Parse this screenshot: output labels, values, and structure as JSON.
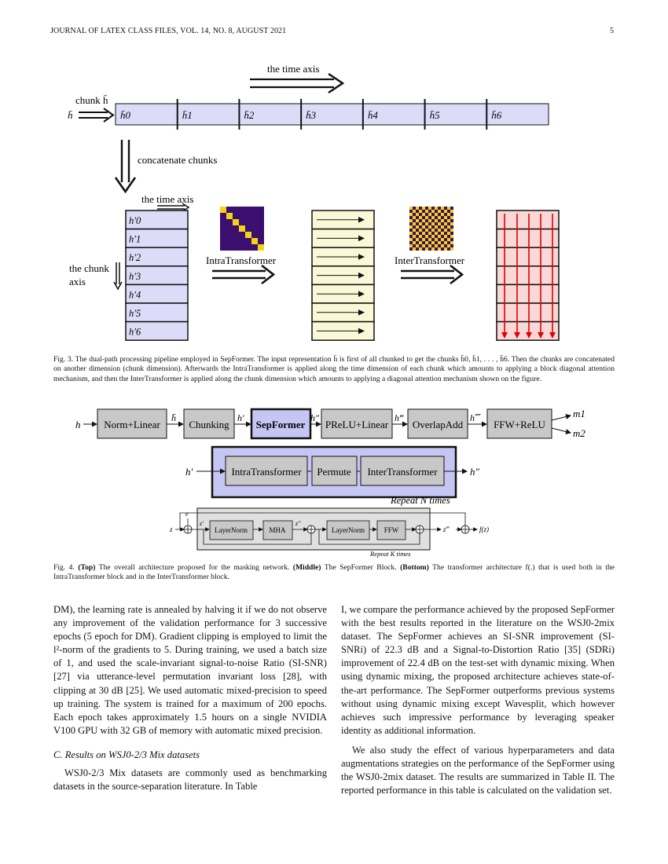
{
  "header": {
    "left": "JOURNAL OF LATEX CLASS FILES, VOL. 14, NO. 8, AUGUST 2021",
    "page_number": "5"
  },
  "fig3": {
    "time_axis_label": "the time axis",
    "chunk_label": "chunk h̄",
    "input_symbol": "h̄",
    "chunks": [
      "h̄0",
      "h̄1",
      "h̄2",
      "h̄3",
      "h̄4",
      "h̄5",
      "h̄6"
    ],
    "concat_label": "concatenate chunks",
    "time_axis_label2": "the time axis",
    "stack_labels": [
      "h′0",
      "h′1",
      "h′2",
      "h′3",
      "h′4",
      "h′5",
      "h′6"
    ],
    "chunk_axis_label_line1": "the chunk",
    "chunk_axis_label_line2": "axis",
    "intra_label": "IntraTransformer",
    "inter_label": "InterTransformer",
    "colors": {
      "chunk_fill": "#dcdcf8",
      "intra_fill": "#fbf8d8",
      "inter_fill": "#fbd8d8",
      "matrix_bg": "#3b0f6f",
      "matrix_diag": "#f5d312",
      "red_arrow": "#e00000"
    }
  },
  "fig3_caption": "Fig. 3. The dual-path processing pipeline employed in SepFormer. The input representation h̄ is first of all chunked to get the chunks h̄0, h̄1, . . . , h̄6. Then the chunks are concatenated on another dimension (chunk dimension). Afterwards the IntraTransformer is applied along the time dimension of each chunk which amounts to applying a block diagonal attention mechanism, and then the InterTransformer is applied along the chunk dimension which amounts to applying a diagonal attention mechanism shown on the figure.",
  "fig4": {
    "top": {
      "input": "h",
      "blocks": [
        "Norm+Linear",
        "Chunking",
        "SepFormer",
        "PReLU+Linear",
        "OverlapAdd",
        "FFW+ReLU"
      ],
      "edge_labels": [
        "h̄",
        "h′",
        "h″",
        "h‴",
        "h⁗"
      ],
      "outputs": [
        "m1",
        "m2"
      ]
    },
    "middle": {
      "input": "h′",
      "blocks": [
        "IntraTransformer",
        "Permute",
        "InterTransformer"
      ],
      "output": "h″",
      "repeat": "Repeat N times"
    },
    "bottom": {
      "input": "z",
      "pos": "e",
      "blocks": [
        "LayerNorm",
        "MHA",
        "LayerNorm",
        "FFW"
      ],
      "labels": [
        "z′",
        "z″",
        "z‴"
      ],
      "output": "f(z)",
      "repeat": "Repeat K times"
    }
  },
  "fig4_caption": {
    "prefix": "Fig. 4.",
    "top_bold": "(Top)",
    "top_text": " The overall architecture proposed for the masking network. ",
    "middle_bold": "(Middle)",
    "middle_text": " The SepFormer Block. ",
    "bottom_bold": "(Bottom)",
    "bottom_text": " The transformer architecture f(.) that is used both in the IntraTransformer block and in the InterTransformer block."
  },
  "left_col": {
    "p1": "DM), the learning rate is annealed by halving it if we do not observe any improvement of the validation performance for 3 successive epochs (5 epoch for DM). Gradient clipping is employed to limit the l²-norm of the gradients to 5. During training, we used a batch size of 1, and used the scale-invariant signal-to-noise Ratio (SI-SNR) [27] via utterance-level permutation invariant loss [28], with clipping at 30 dB [25]. We used automatic mixed-precision to speed up training. The system is trained for a maximum of 200 epochs. Each epoch takes approximately 1.5 hours on a single NVIDIA V100 GPU with 32 GB of memory with automatic mixed precision.",
    "section": "C. Results on WSJ0-2/3 Mix datasets",
    "p2": "WSJ0-2/3 Mix datasets are commonly used as benchmarking datasets in the source-separation literature. In Table"
  },
  "right_col": {
    "p1": "I, we compare the performance achieved by the proposed SepFormer with the best results reported in the literature on the WSJ0-2mix dataset. The SepFormer achieves an SI-SNR improvement (SI-SNRi) of 22.3 dB and a Signal-to-Distortion Ratio [35] (SDRi) improvement of 22.4 dB on the test-set with dynamic mixing. When using dynamic mixing, the proposed architecture achieves state-of-the-art performance. The SepFormer outperforms previous systems without using dynamic mixing except Wavesplit, which however achieves such impressive performance by leveraging speaker identity as additional information.",
    "p2": "We also study the effect of various hyperparameters and data augmentations strategies on the performance of the SepFormer using the WSJ0-2mix dataset. The results are summarized in Table II. The reported performance in this table is calculated on the validation set."
  }
}
